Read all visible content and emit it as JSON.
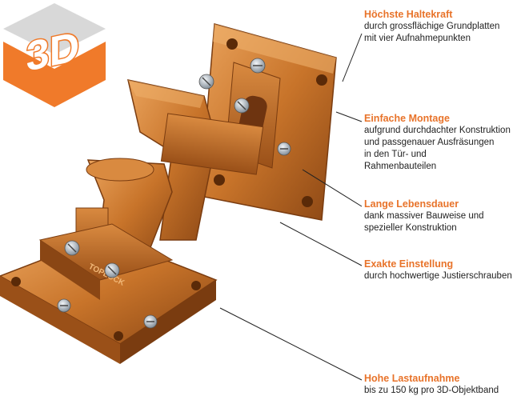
{
  "logo": {
    "text": "3D",
    "icon": "3d-cube-logo"
  },
  "product": {
    "icon": "hinge-mechanism",
    "engraving": "TOPLOCK",
    "colors": {
      "brass": "#c8742a",
      "brass_light": "#e9a05a",
      "brass_dark": "#8a4614",
      "steel": "#b9c3cc"
    }
  },
  "accent_color": "#e8732a",
  "features": [
    {
      "title": "Höchste Haltekraft",
      "description": "durch grossflächige Grundplatten\nmit vier Aufnahmepunkten"
    },
    {
      "title": "Einfache Montage",
      "description": "aufgrund durchdachter Konstruktion\nund passgenauer Ausfräsungen\nin den Tür- und\nRahmenbauteilen"
    },
    {
      "title": "Lange Lebensdauer",
      "description": "dank massiver Bauweise und\nspezieller Konstruktion"
    },
    {
      "title": "Exakte Einstellung",
      "description": "durch hochwertige Justierschrauben"
    },
    {
      "title": "Hohe Lastaufnahme",
      "description": "bis zu 150 kg pro 3D-Objektband"
    }
  ]
}
